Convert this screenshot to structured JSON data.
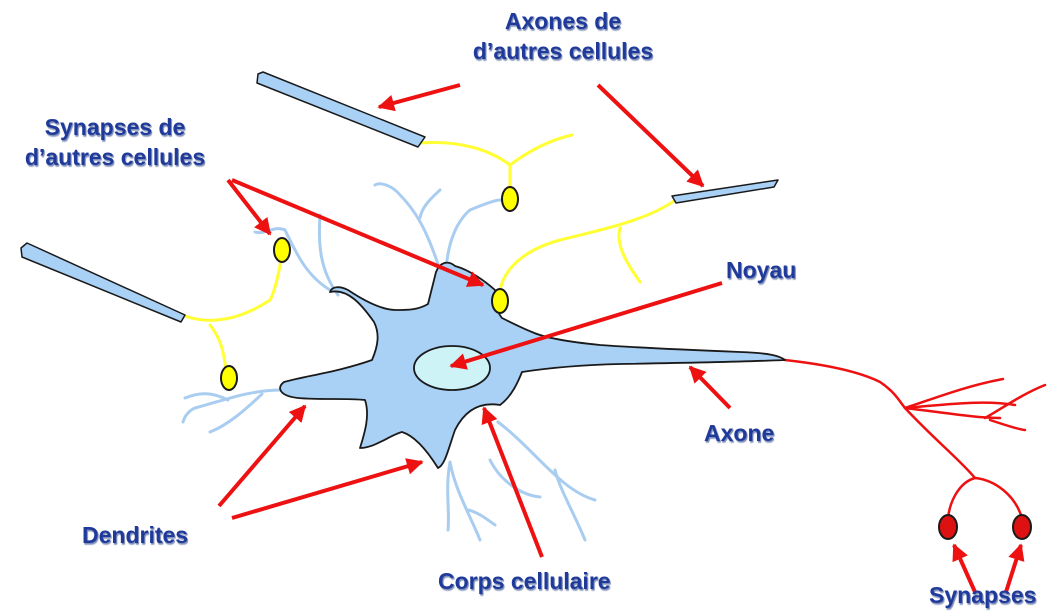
{
  "labels": {
    "axones_autres": [
      "Axones de",
      "d’autres cellules"
    ],
    "synapses_autres": [
      "Synapses de",
      "d’autres cellules"
    ],
    "noyau": "Noyau",
    "axone": "Axone",
    "dendrites": "Dendrites",
    "corps": "Corps cellulaire",
    "synapses": "Synapses"
  },
  "colors": {
    "label_text": "#1f3a9a",
    "cell_fill": "#a9d0f5",
    "cell_outline": "#1a1a1a",
    "nucleus_fill": "#cdf3f7",
    "dendrite_thin": "#a9cdf0",
    "foreign_axon": "#ffff33",
    "own_axon_branches": "#ee1111",
    "arrow": "#ee1111",
    "foreign_synapse": "#ffff00",
    "own_synapse": "#dd1111"
  }
}
